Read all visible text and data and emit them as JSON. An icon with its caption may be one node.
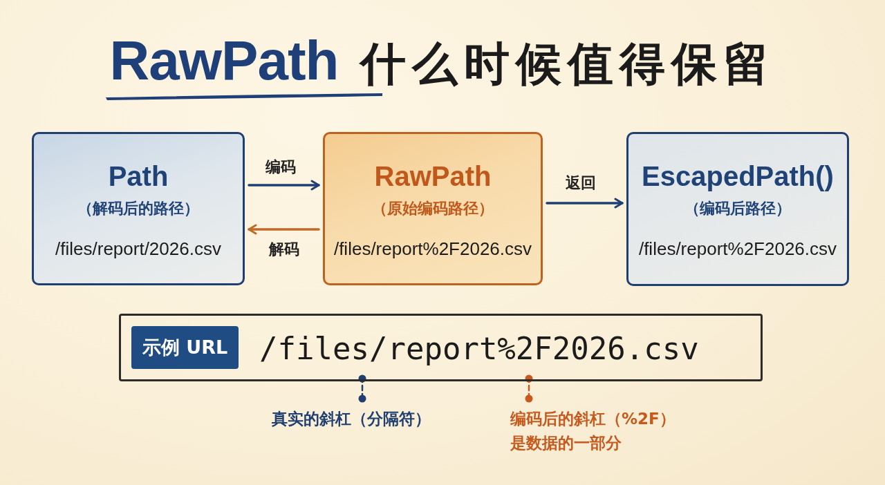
{
  "diagram": {
    "title": "RawPath 什么时候值得保留",
    "nodes": [
      {
        "text": [
          "Path",
          "（解码后的路径）",
          "/files/report/2026.csv"
        ]
      },
      {
        "text": [
          "RawPath",
          "（原始编码路径）",
          "/files/report%2F2026.csv"
        ]
      },
      {
        "text": [
          "EscapedPath()",
          "（编码后路径）",
          "/files/report%2F2026.csv"
        ]
      },
      {
        "text": [
          "/files/report%2F2026.csv"
        ]
      },
      {
        "text": [
          "示例 URL"
        ],
        "in": 3
      },
      {
        "text": [
          "真实的斜杠（分隔符）"
        ]
      },
      {
        "text": [
          "编码后的斜杠（%2F）是数据的一部分"
        ]
      }
    ],
    "edges": [
      {
        "from": 0,
        "to": 1,
        "arrow": "to",
        "label": "编码"
      },
      {
        "from": 1,
        "to": 0,
        "arrow": "to",
        "label": "解码",
        "color": "#c06a28"
      },
      {
        "from": 1,
        "to": 2,
        "arrow": "to",
        "label": "返回"
      },
      {
        "from": 5,
        "to": 3,
        "arrow": "other",
        "style": "dashed"
      },
      {
        "from": 6,
        "to": 3,
        "arrow": "other",
        "style": "dashed",
        "color": "#c65a1e"
      }
    ]
  }
}
